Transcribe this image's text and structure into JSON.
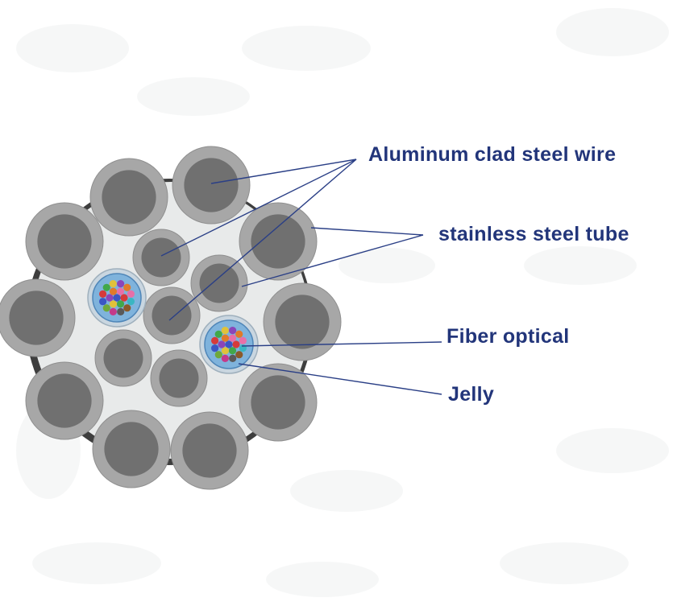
{
  "labels": {
    "aluminum_clad_steel_wire": "Aluminum clad steel wire",
    "stainless_steel_tube": "stainless steel tube",
    "fiber_optical": "Fiber optical",
    "jelly": "Jelly"
  },
  "colors": {
    "label_text": "#22357a",
    "leader_line": "#2a3f86",
    "wire_outer": "#a7a7a7",
    "wire_core": "#707070",
    "filler": "#e8eaea",
    "tube_outer": "#c9d6e0",
    "jelly": "#7fb3dc",
    "background_watermark": "#eef0f1"
  },
  "fiber_colors": [
    "#3b56c4",
    "#d63a3a",
    "#41a84a",
    "#e0c23a",
    "#8b45b8",
    "#e07a2a",
    "#e86fa8",
    "#3ab6c2",
    "#8a5a2a",
    "#5a5a5a",
    "#c43a8a",
    "#6fa83a"
  ]
}
